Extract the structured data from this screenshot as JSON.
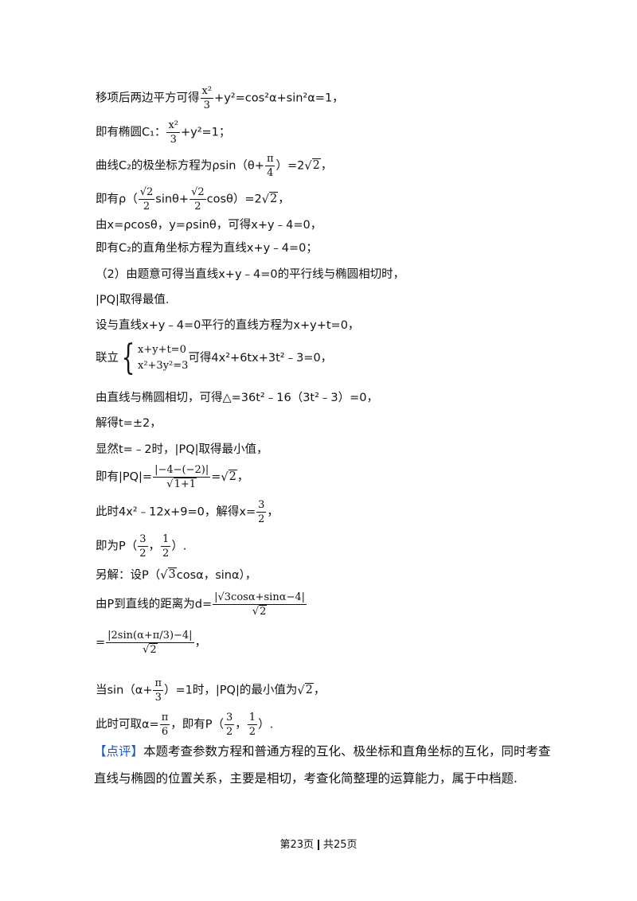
{
  "lines": {
    "l1a": "移项后两边平方可得",
    "l1_num": "x²",
    "l1_den": "3",
    "l1b": "+y²=cos²α+sin²α=1，",
    "l2a": "即有椭圆C₁：",
    "l2_num": "x²",
    "l2_den": "3",
    "l2b": "+y²=1；",
    "l3a": "曲线C₂的极坐标方程为ρsin（θ+",
    "l3_num": "π",
    "l3_den": "4",
    "l3b": "）=2",
    "l3_rad": "2",
    "l3c": "，",
    "l4a": "即有ρ（",
    "l4_num1": "√2",
    "l4_den1": "2",
    "l4b": "sinθ+",
    "l4_num2": "√2",
    "l4_den2": "2",
    "l4c": "cosθ）=2",
    "l4_rad": "2",
    "l4d": "，",
    "l5": "由x=ρcosθ，y=ρsinθ，可得x+y﹣4=0，",
    "l6": "即有C₂的直角坐标方程为直线x+y﹣4=0；",
    "l7": "（2）由题意可得当直线x+y﹣4=0的平行线与椭圆相切时，",
    "l8": "|PQ|取得最值.",
    "l9": "设与直线x+y﹣4=0平行的直线方程为x+y+t=0，",
    "l10a": "联立",
    "l10_r1": "x+y+t=0",
    "l10_r2": "x²+3y²=3",
    "l10b": "可得4x²+6tx+3t²﹣3=0，",
    "l11": "由直线与椭圆相切，可得△=36t²﹣16（3t²﹣3）=0，",
    "l12": "解得t=±2，",
    "l13": "显然t=﹣2时，|PQ|取得最小值，",
    "l14a": "即有|PQ|=",
    "l14_num": "|−4−(−2)|",
    "l14_den": "1+1",
    "l14b": "=",
    "l14_rad": "2",
    "l14c": "，",
    "l15a": "此时4x²﹣12x+9=0，解得x=",
    "l15_num": "3",
    "l15_den": "2",
    "l15b": "，",
    "l16a": "即为P（",
    "l16_num1": "3",
    "l16_den1": "2",
    "l16b": "，",
    "l16_num2": "1",
    "l16_den2": "2",
    "l16c": "）.",
    "l17a": "另解：设P（",
    "l17_rad": "3",
    "l17b": "cosα，sinα），",
    "l18a": "由P到直线的距离为d=",
    "l18_num": "|√3cosα+sinα−4|",
    "l18_den": "2",
    "l19a": "=",
    "l19_num": "|2sin(α+π/3)−4|",
    "l19_den": "2",
    "l19b": "，",
    "l20a": "当sin（α+",
    "l20_num": "π",
    "l20_den": "3",
    "l20b": "）=1时，|PQ|的最小值为",
    "l20_rad": "2",
    "l20c": "，",
    "l21a": "此时可取α=",
    "l21_num": "π",
    "l21_den": "6",
    "l21b": "，即有P（",
    "l21_num2": "3",
    "l21_den2": "2",
    "l21c": "，",
    "l21_num3": "1",
    "l21_den3": "2",
    "l21d": "）."
  },
  "review": {
    "tag": "【点评】",
    "text": "本题考查参数方程和普通方程的互化、极坐标和直角坐标的互化，同时考查直线与椭圆的位置关系，主要是相切，考查化简整理的运算能力，属于中档题."
  },
  "footer": {
    "left": "第23页",
    "right": "共25页"
  },
  "colors": {
    "review_tag": "#1a56c4"
  }
}
